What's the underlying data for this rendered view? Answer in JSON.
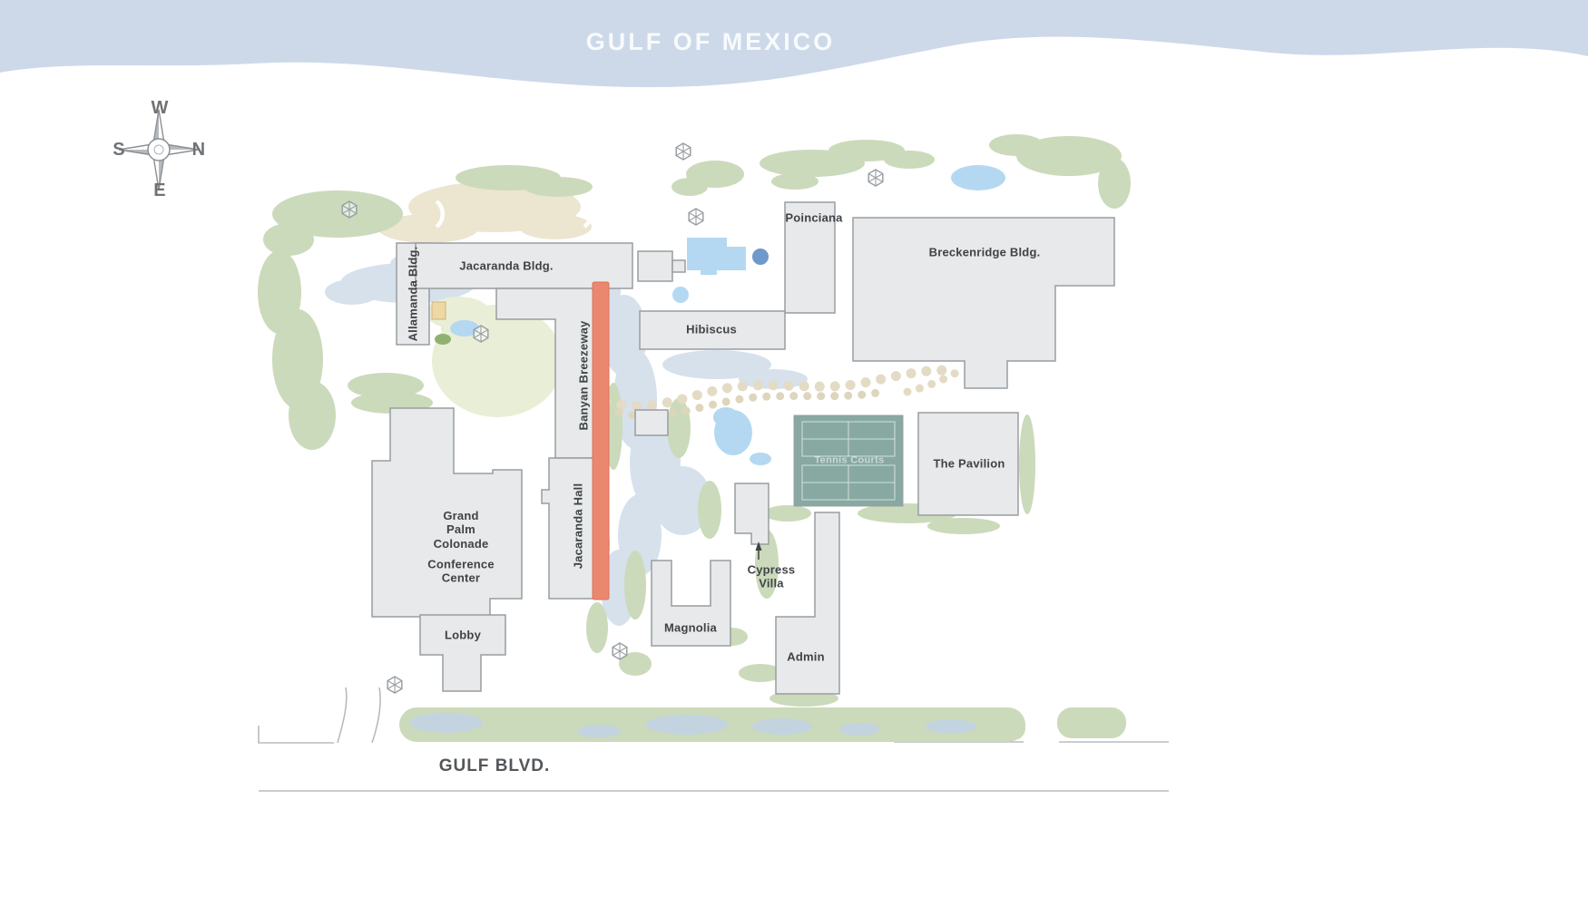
{
  "map": {
    "water_label": "GULF OF MEXICO",
    "road_label": "GULF BLVD.",
    "compass": {
      "west": "W",
      "south": "S",
      "north": "N",
      "east": "E"
    },
    "areas": {
      "tennis_courts": "Tennis Courts"
    },
    "buildings": {
      "jacaranda_bldg": "Jacaranda Bldg.",
      "allamanda_bldg": "Allamanda Bldg.",
      "banyan_breezeway": "Banyan Breezeway",
      "jacaranda_hall": "Jacaranda Hall",
      "grand_palm_colonade": "Grand\nPalm\nColonade",
      "conference_center": "Conference\nCenter",
      "lobby": "Lobby",
      "poinciana": "Poinciana",
      "breckenridge_bldg": "Breckenridge Bldg.",
      "hibiscus": "Hibiscus",
      "the_pavilion": "The Pavilion",
      "cypress_villa": "Cypress\nVilla",
      "magnolia": "Magnolia",
      "admin": "Admin"
    },
    "colors": {
      "water": "#cdd9e9",
      "building_fill": "#e7e9ea",
      "building_stroke": "#999da0",
      "highlight_breezeway": "#e9886e",
      "greenery": "#cbdabb",
      "pond": "#b4d8f1",
      "tennis_court": "#87a9a2",
      "sand": "#ece5d0"
    }
  }
}
